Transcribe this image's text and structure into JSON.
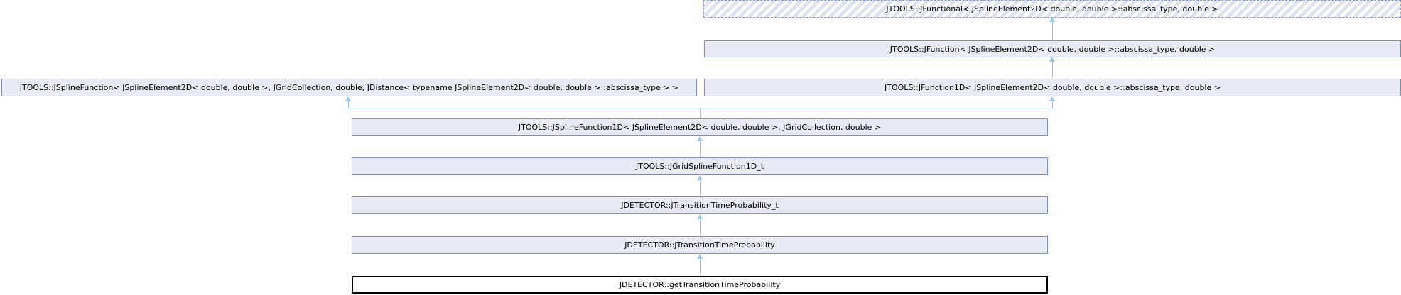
{
  "diagram": {
    "type": "class-inheritance-graph",
    "colors": {
      "node_fill": "#e8ebf4",
      "node_border": "#8191c2",
      "arrow": "#9cc6e2",
      "focus_border": "#000000",
      "hatch_stripe": "#dde3f1"
    },
    "nodes": {
      "jfunctional": {
        "label": "JTOOLS::JFunctional< JSplineElement2D< double, double >::abscissa_type, double >"
      },
      "jfunction": {
        "label": "JTOOLS::JFunction< JSplineElement2D< double, double >::abscissa_type, double >"
      },
      "jsplinefunction": {
        "label": "JTOOLS::JSplineFunction< JSplineElement2D< double, double >, JGridCollection, double, JDistance< typename JSplineElement2D< double, double >::abscissa_type > >"
      },
      "jfunction1d": {
        "label": "JTOOLS::JFunction1D< JSplineElement2D< double, double >::abscissa_type, double >"
      },
      "jsplinefunction1d": {
        "label": "JTOOLS::JSplineFunction1D< JSplineElement2D< double, double >, JGridCollection, double >"
      },
      "jgridsplinefunction1d_t": {
        "label": "JTOOLS::JGridSplineFunction1D_t"
      },
      "jtransitiontimeprobability_t": {
        "label": "JDETECTOR::JTransitionTimeProbability_t"
      },
      "jtransitiontimeprobability": {
        "label": "JDETECTOR::JTransitionTimeProbability"
      },
      "gettransitiontimeprobability": {
        "label": "JDETECTOR::getTransitionTimeProbability"
      }
    }
  }
}
